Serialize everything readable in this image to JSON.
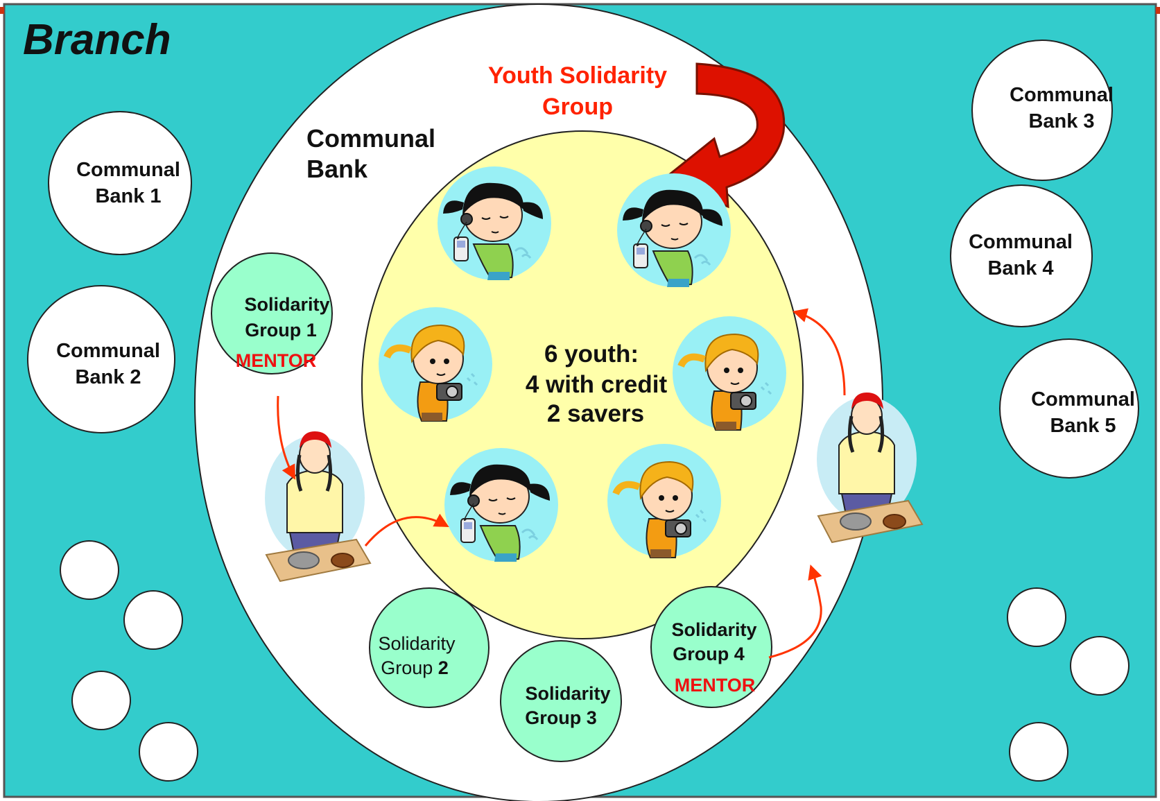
{
  "colors": {
    "branch_bg": "#33cccc",
    "communal_bank_fill": "#ffffff",
    "youth_group_fill": "#ffffaa",
    "solidarity_fill": "#99ffcc",
    "mentor_red": "#ee1111",
    "title_red": "#ff2200",
    "pointer_arrow": "#ff3300",
    "big_arrow": "#dd1100",
    "youth_badge": "#99f0f5"
  },
  "branch": {
    "title": "Branch"
  },
  "communal_bank": {
    "label_line1": "Communal",
    "label_line2": "Bank"
  },
  "youth_group": {
    "title_line1": "Youth Solidarity",
    "title_line2": "Group",
    "summary_line1": "6 youth:",
    "summary_line2": "4 with credit",
    "summary_line3": "2 savers"
  },
  "other_banks": [
    {
      "line1": "Communal",
      "line2": "Bank 1"
    },
    {
      "line1": "Communal",
      "line2": "Bank 2"
    },
    {
      "line1": "Communal",
      "line2": "Bank 3"
    },
    {
      "line1": "Communal",
      "line2": "Bank 4"
    },
    {
      "line1": "Communal",
      "line2": "Bank 5"
    }
  ],
  "solidarity_groups": [
    {
      "line1": "Solidarity",
      "line2": "Group 1",
      "tag": "MENTOR"
    },
    {
      "line1": "Solidarity",
      "line2_prefix": "Group ",
      "line2_number": "2"
    },
    {
      "line1": "Solidarity",
      "line2": "Group 3"
    },
    {
      "line1": "Solidarity",
      "line2": "Group 4",
      "tag": "MENTOR"
    }
  ],
  "youth_members": [
    {
      "icon": "girl-with-music-player-icon"
    },
    {
      "icon": "girl-with-music-player-icon"
    },
    {
      "icon": "boy-with-camera-icon"
    },
    {
      "icon": "boy-with-camera-icon"
    },
    {
      "icon": "girl-with-music-player-icon"
    },
    {
      "icon": "boy-with-camera-icon"
    }
  ],
  "mentors": [
    {
      "icon": "mentor-woman-grinding-icon"
    },
    {
      "icon": "mentor-woman-grinding-icon"
    }
  ]
}
